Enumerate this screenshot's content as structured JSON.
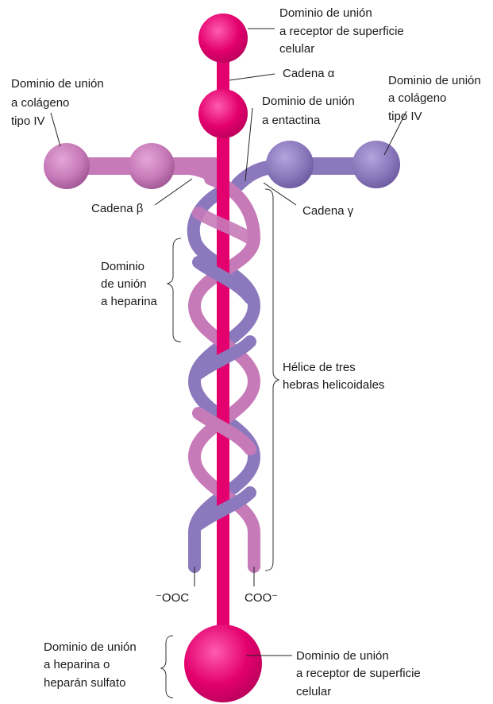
{
  "colors": {
    "alpha_chain": "#e3006e",
    "alpha_highlight": "#ff4fa6",
    "beta_chain": "#c77ab8",
    "beta_dark": "#a85a9c",
    "gamma_chain": "#8c79bd",
    "gamma_dark": "#6e5ca3",
    "background": "#ffffff"
  },
  "labels": {
    "top_receptor": [
      "Dominio de unión",
      "a receptor de superficie",
      "celular"
    ],
    "alpha_chain": "Cadena α",
    "left_collagen": [
      "Dominio de unión",
      "a colágeno",
      "tipo IV"
    ],
    "right_collagen": [
      "Dominio de unión",
      "a colágeno",
      "tipo IV"
    ],
    "entactin": [
      "Dominio de unión",
      "a entactina"
    ],
    "beta_chain": "Cadena β",
    "gamma_chain": "Cadena γ",
    "heparin": [
      "Dominio",
      "de unión",
      "a heparina"
    ],
    "triple_helix": [
      "Hélice de tres",
      "hebras helicoidales"
    ],
    "n_terminal_left": "⁻OOC",
    "c_terminal_right": "COO⁻",
    "bottom_heparin": [
      "Dominio de unión",
      "a heparina o",
      "heparán sulfato"
    ],
    "bottom_receptor": [
      "Dominio de unión",
      "a receptor de superficie",
      "celular"
    ]
  }
}
